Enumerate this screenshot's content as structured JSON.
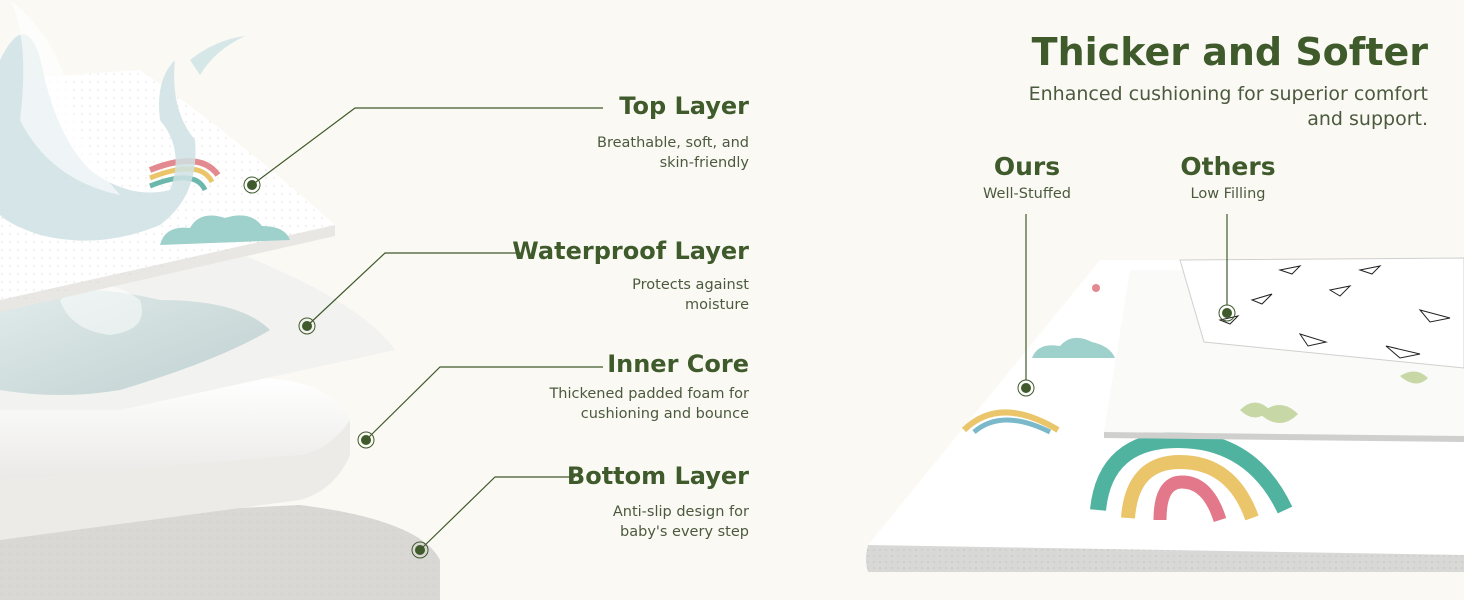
{
  "layers": [
    {
      "title": "Top Layer",
      "desc_lines": [
        "Breathable, soft, and",
        "skin-friendly"
      ]
    },
    {
      "title": "Waterproof Layer",
      "desc_lines": [
        "Protects against",
        "moisture"
      ]
    },
    {
      "title": "Inner Core",
      "desc_lines": [
        "Thickened padded foam for",
        "cushioning and bounce"
      ]
    },
    {
      "title": "Bottom Layer",
      "desc_lines": [
        "Anti-slip design for",
        "baby's every step"
      ]
    }
  ],
  "headline": "Thicker and Softer",
  "subline": [
    "Enhanced cushioning for superior comfort",
    "and support."
  ],
  "comparison": {
    "ours": {
      "title": "Ours",
      "sub": "Well-Stuffed"
    },
    "others": {
      "title": "Others",
      "sub": "Low Filling"
    }
  },
  "colors": {
    "accent": "#3f5a2b",
    "background": "#fbf9f4"
  }
}
